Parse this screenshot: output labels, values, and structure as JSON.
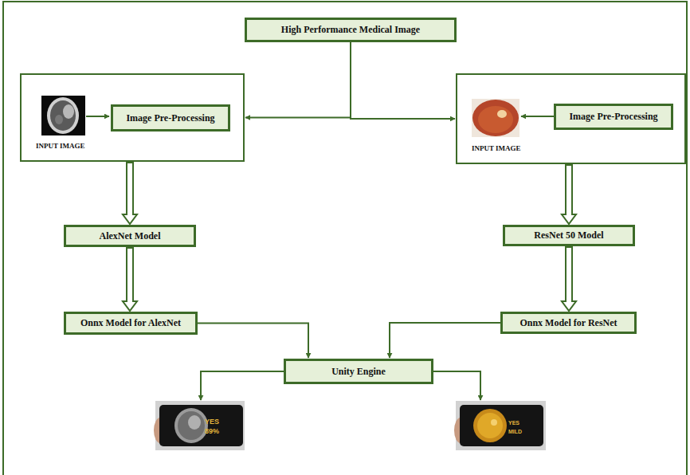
{
  "diagram": {
    "nodes": [
      {
        "text": [
          "High Performance Medical Image"
        ]
      },
      {
        "text": [
          "INPUT IMAGE"
        ]
      },
      {
        "text": [
          "Image Pre-Processing"
        ],
        "in": 1
      },
      {
        "text": [
          "INPUT IMAGE"
        ]
      },
      {
        "text": [
          "Image Pre-Processing"
        ],
        "in": 3
      },
      {
        "text": [
          "AlexNet Model"
        ]
      },
      {
        "text": [
          "ResNet 50 Model"
        ]
      },
      {
        "text": [
          "Onnx Model for AlexNet"
        ]
      },
      {
        "text": [
          "Onnx Model for ResNet"
        ]
      },
      {
        "text": [
          "Unity Engine"
        ]
      },
      {
        "text": [
          "YES",
          "89%"
        ]
      },
      {
        "text": [
          "YES",
          "MILD"
        ]
      }
    ],
    "edges": [
      {
        "from": 0,
        "to": 1,
        "arrow": "to"
      },
      {
        "from": 0,
        "to": 3,
        "arrow": "to"
      },
      {
        "from": 1,
        "to": 5,
        "arrow": "to"
      },
      {
        "from": 5,
        "to": 7,
        "arrow": "to"
      },
      {
        "from": 3,
        "to": 6,
        "arrow": "to"
      },
      {
        "from": 6,
        "to": 8,
        "arrow": "to"
      },
      {
        "from": 7,
        "to": 9,
        "arrow": "to"
      },
      {
        "from": 8,
        "to": 9,
        "arrow": "to"
      },
      {
        "from": 9,
        "to": 10,
        "arrow": "to"
      },
      {
        "from": 9,
        "to": 11,
        "arrow": "to"
      }
    ]
  }
}
